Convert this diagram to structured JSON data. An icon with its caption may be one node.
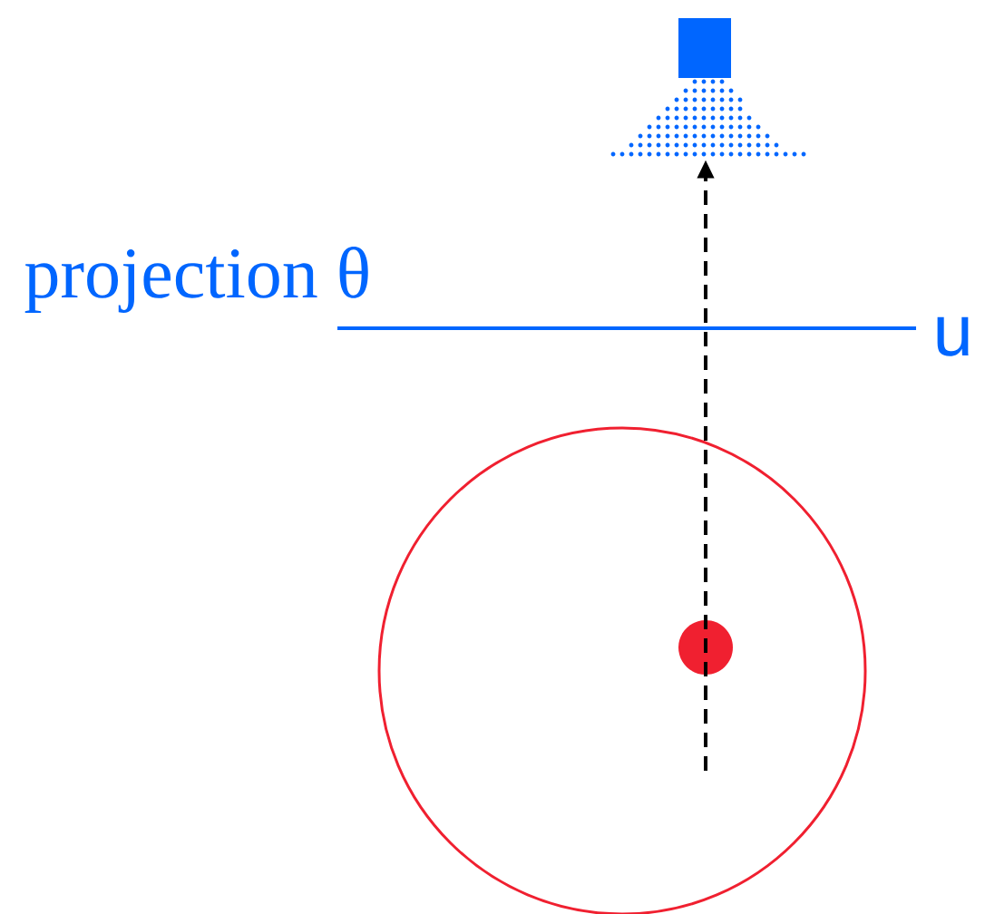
{
  "diagram": {
    "nodes": [
      {
        "text": [],
        "shape": "circle"
      },
      {
        "text": [],
        "shape": "picture"
      }
    ],
    "edges": [
      {
        "from": 0,
        "to": 1,
        "arrow": "to",
        "style": "dashed"
      }
    ],
    "labels": [
      "projection θ",
      "u"
    ]
  }
}
